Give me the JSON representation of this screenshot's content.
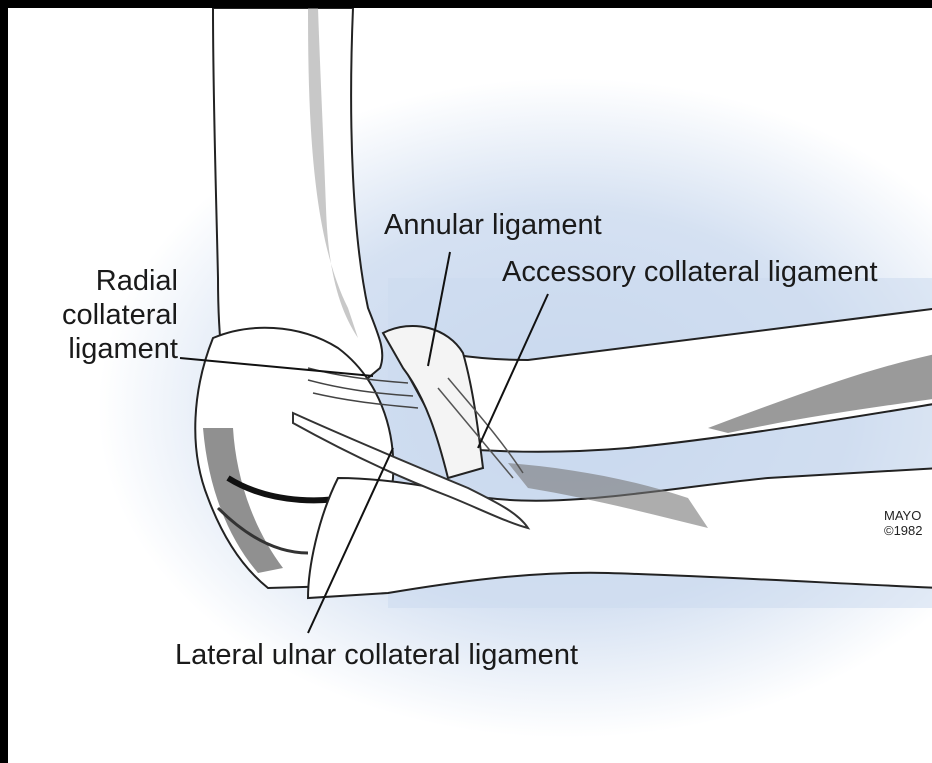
{
  "figure": {
    "background_color": "#ffffff",
    "glow_color": "#c9d8ee",
    "bone_fill": "#ffffff",
    "line_color": "#222222"
  },
  "labels": {
    "annular": "Annular ligament",
    "accessory": "Accessory collateral ligament",
    "radial_line1": "Radial",
    "radial_line2": "collateral",
    "radial_line3": "ligament",
    "lateral_ulnar": "Lateral ulnar collateral ligament"
  },
  "copyright": {
    "line1": "MAYO",
    "line2": "©1982"
  }
}
